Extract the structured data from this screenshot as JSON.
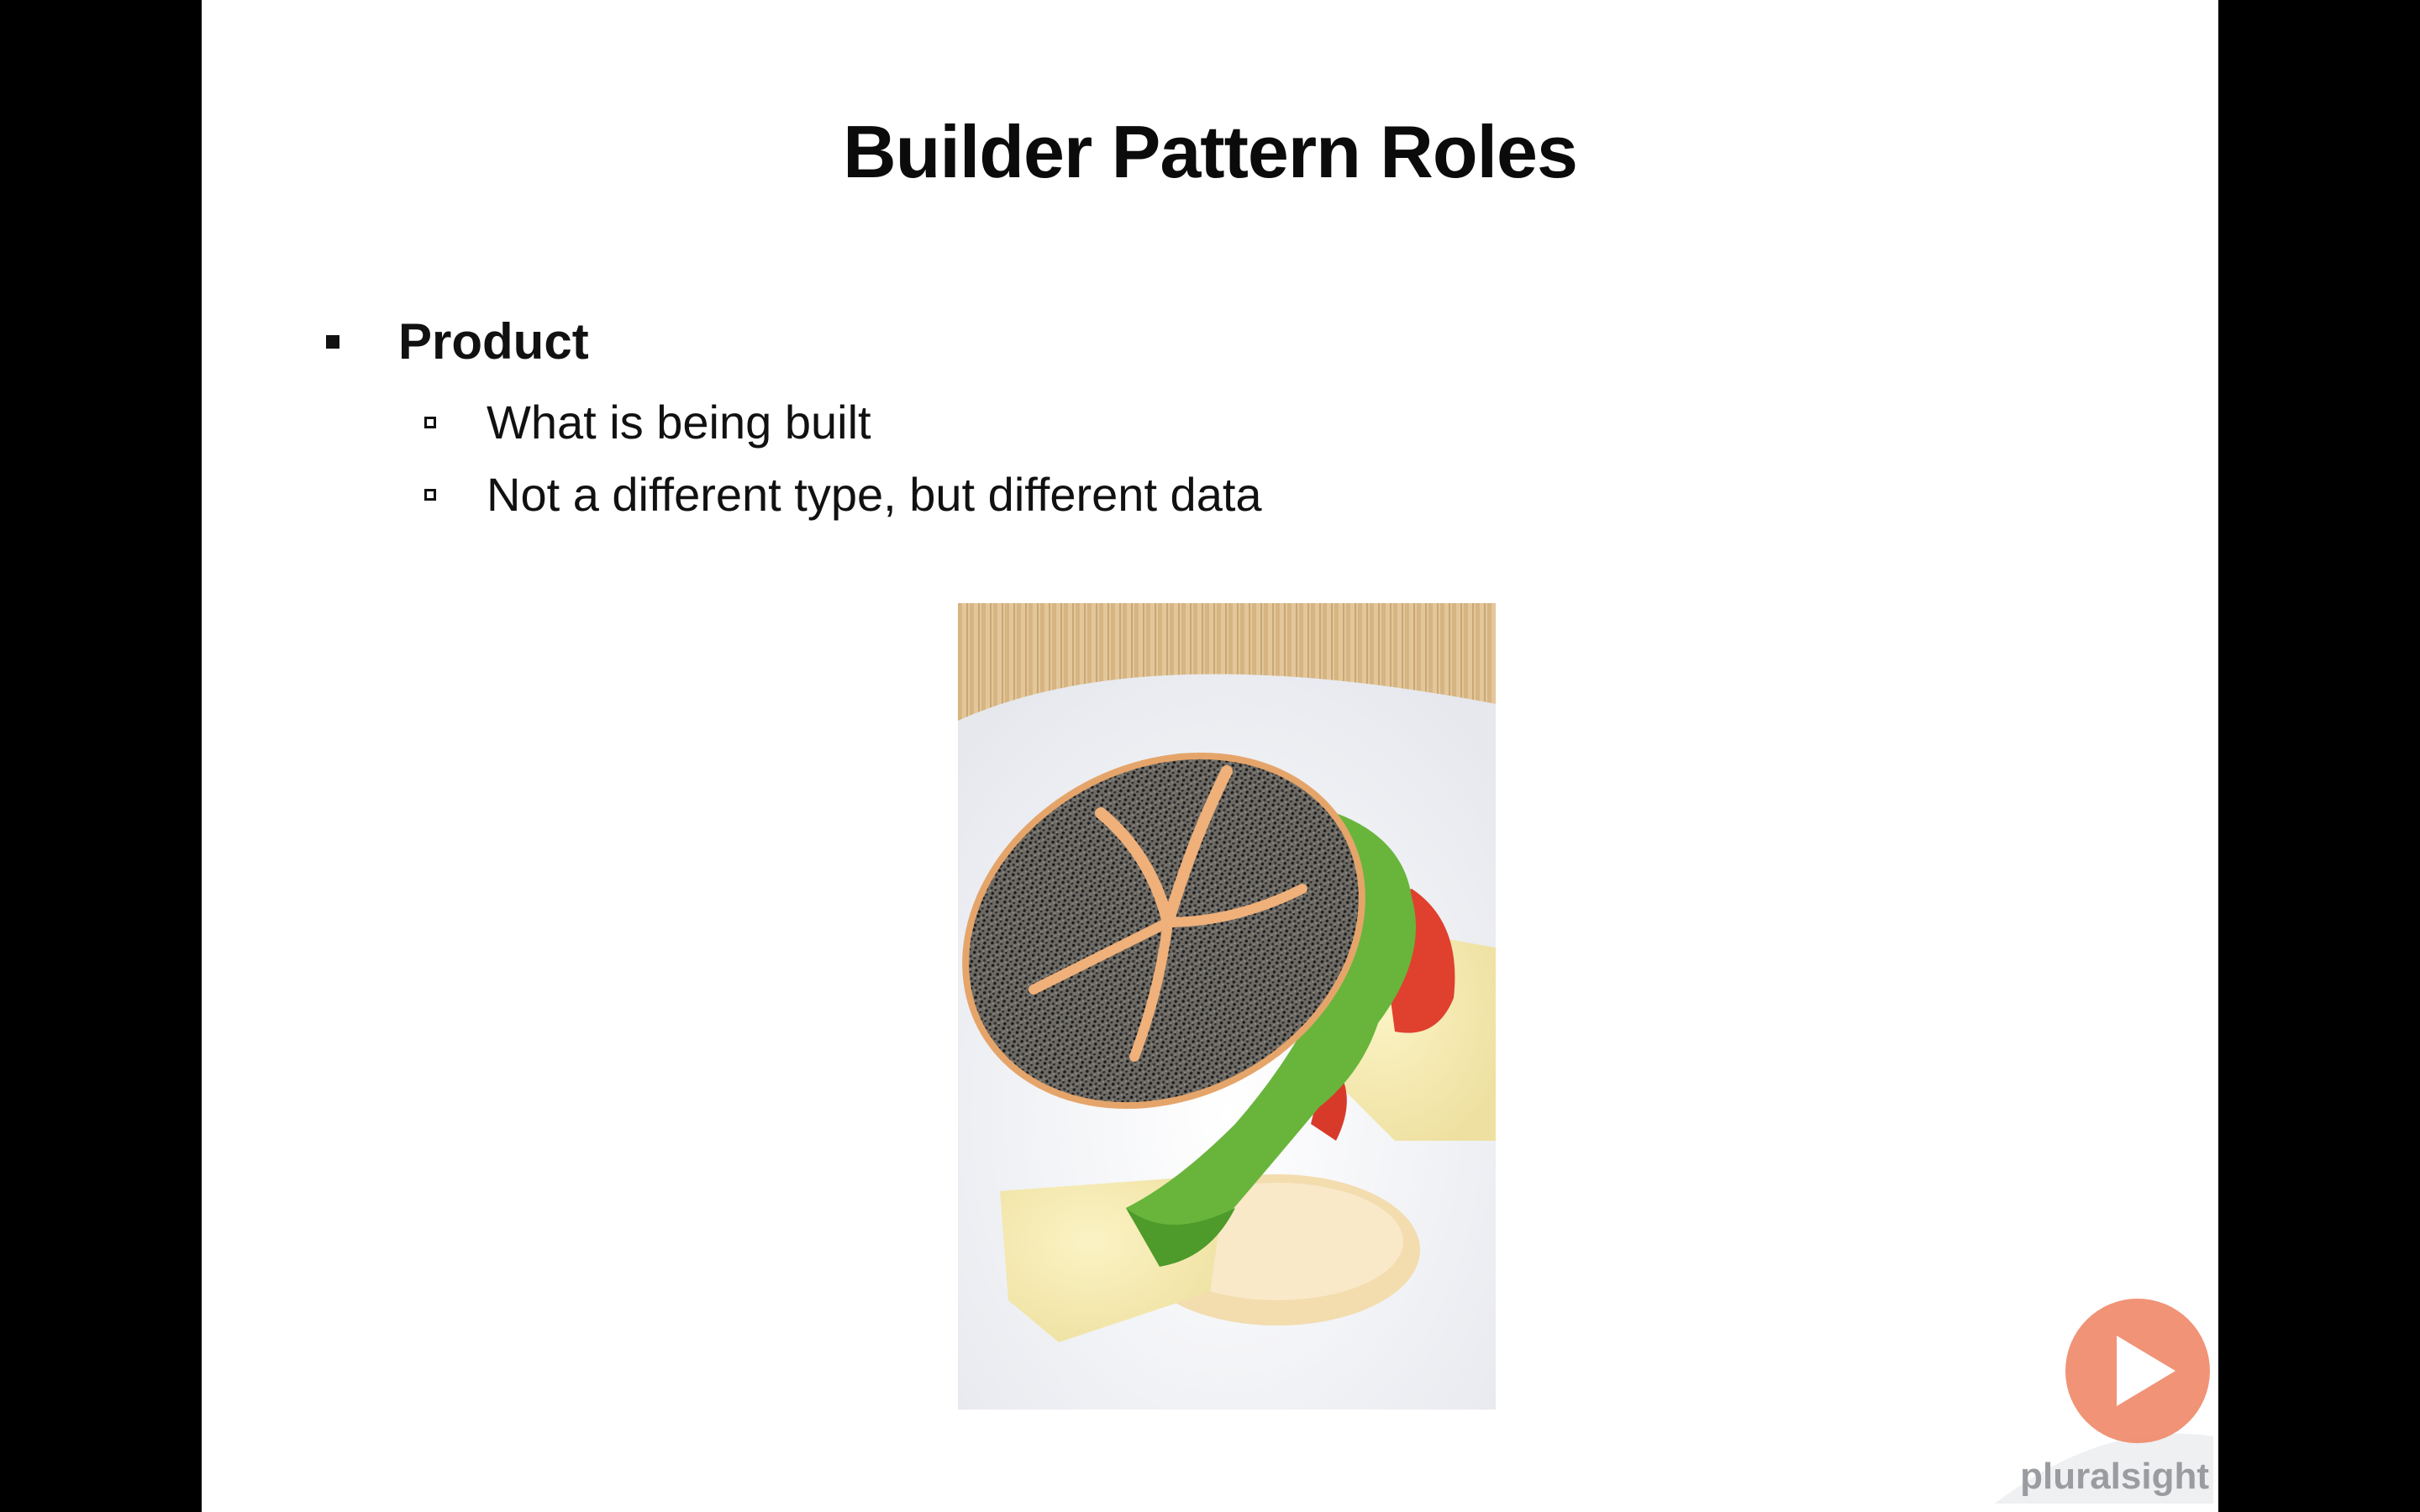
{
  "slide": {
    "title": "Builder Pattern Roles",
    "bullets": [
      {
        "label": "Product",
        "sub": [
          "What is being built",
          "Not a different type, but different data"
        ]
      }
    ]
  },
  "image": {
    "subject": "sandwich-photo"
  },
  "branding": {
    "logo_text": "pluralsight",
    "accent_color": "#f08a6a"
  },
  "colors": {
    "background": "#000000",
    "slide": "#ffffff",
    "text": "#111111"
  }
}
